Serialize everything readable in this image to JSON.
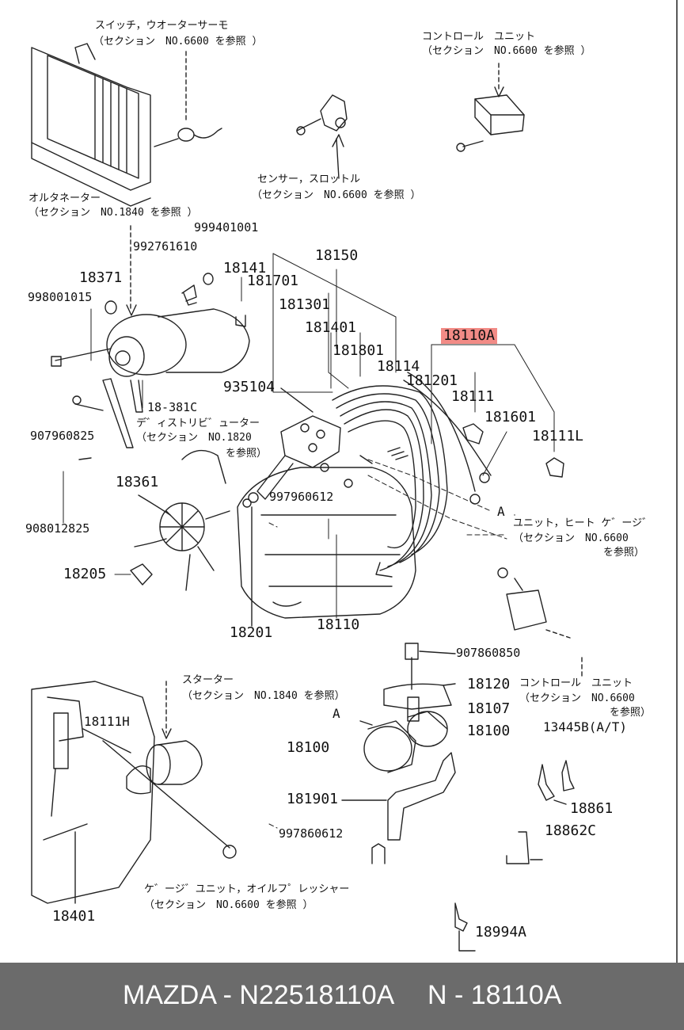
{
  "labels": {
    "switch_water_thermo": "スイッチ，ウオーターサーモ",
    "switch_ref": "（セクション　NO.6600 を参照 ）",
    "control_unit_top": "コントロール　ユニット",
    "control_unit_top_ref": "（セクション　NO.6600 を参照 ）",
    "sensor_throttle": "センサー，スロットル",
    "sensor_throttle_ref": "（セクション　NO.6600 を参照 ）",
    "alternator": "オルタネーター",
    "alternator_ref": "（セクション　NO.1840 を参照 ）",
    "p999401001": "999401001",
    "p992761610": "992761610",
    "p18141": "18141",
    "p18150": "18150",
    "p18371": "18371",
    "p181701": "181701",
    "p998001015": "998001015",
    "p181301": "181301",
    "p181401": "181401",
    "p18110A": "18110A",
    "p181801": "181801",
    "p18114": "18114",
    "p181201": "181201",
    "p935104": "935104",
    "p18111": "18111",
    "p18_381C": "18-381C",
    "p181601": "181601",
    "distributor": "デ゛ィストリビ゛ューター",
    "distributor_ref1": "（セクション　NO.1820",
    "distributor_ref2": "を参照）",
    "p18111L": "18111L",
    "p907960825": "907960825",
    "p18361": "18361",
    "p997960612": "997960612",
    "marker_a_top": "A",
    "unit_heat_gauge": "ユニット，ヒート ケ゛ージ゛",
    "unit_heat_gauge_ref1": "（セクション　NO.6600",
    "unit_heat_gauge_ref2": "を参照）",
    "p908012825": "908012825",
    "p18205": "18205",
    "p18201": "18201",
    "p18110": "18110",
    "p907860850": "907860850",
    "starter": "スターター",
    "starter_ref": "（セクション　NO.1840 を参照）",
    "p18120": "18120",
    "control_unit_bottom": "コントロール　ユニット",
    "control_unit_bottom_ref1": "（セクション　NO.6600",
    "control_unit_bottom_ref2": "を参照）",
    "p18107": "18107",
    "marker_a_bottom": "A",
    "p18100_right": "18100",
    "p18111H": "18111H",
    "p13445B": "13445B(A/T)",
    "p18100_left": "18100",
    "p181901": "181901",
    "p18861": "18861",
    "p997860612": "997860612",
    "p18862C": "18862C",
    "gauge_unit_oil": "ケ゛ージ゛ユニット，オイルフ゜レッシャー",
    "gauge_unit_oil_ref": "（セクション　NO.6600 を参照 ）",
    "p18401": "18401",
    "p18994A": "18994A"
  },
  "footer": {
    "part_info": "MAZDA - N22518110A",
    "short_code": "N - 18110A"
  },
  "colors": {
    "highlight": "#f28b86",
    "footer_bg": "#6b6b6b",
    "footer_text": "#ffffff"
  }
}
